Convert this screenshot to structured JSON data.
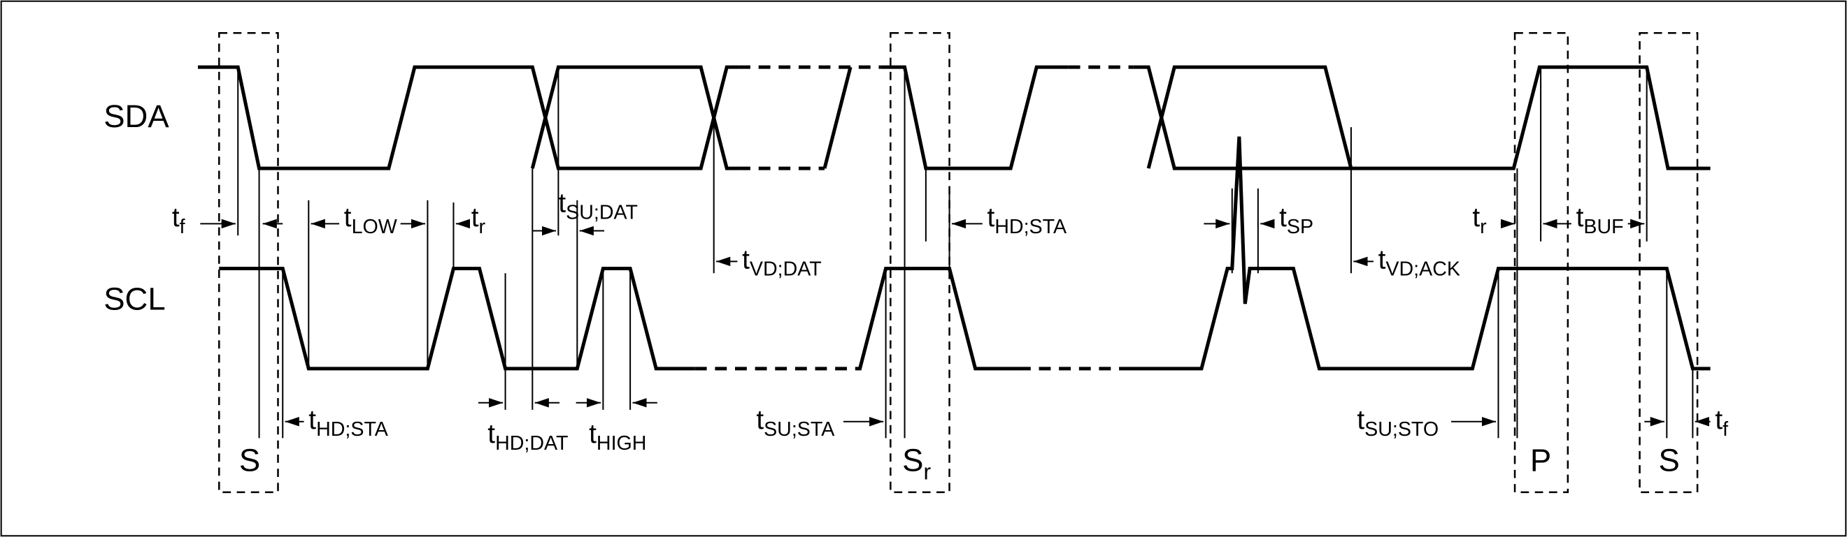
{
  "signals": {
    "sda": "SDA",
    "scl": "SCL"
  },
  "markers": {
    "start": {
      "base": "S",
      "sub": ""
    },
    "repeated_start": {
      "base": "S",
      "sub": "r"
    },
    "stop": {
      "base": "P",
      "sub": ""
    },
    "start2": {
      "base": "S",
      "sub": ""
    }
  },
  "labels": {
    "tf1": {
      "base": "t",
      "sub": "f"
    },
    "tlow": {
      "base": "t",
      "sub": "LOW"
    },
    "tr1": {
      "base": "t",
      "sub": "r"
    },
    "tsudat": {
      "base": "t",
      "sub": "SU;DAT"
    },
    "tvddat": {
      "base": "t",
      "sub": "VD;DAT"
    },
    "thdsta1": {
      "base": "t",
      "sub": "HD;STA"
    },
    "thddat": {
      "base": "t",
      "sub": "HD;DAT"
    },
    "thigh": {
      "base": "t",
      "sub": "HIGH"
    },
    "tsusta": {
      "base": "t",
      "sub": "SU;STA"
    },
    "thdsta2": {
      "base": "t",
      "sub": "HD;STA"
    },
    "tsp": {
      "base": "t",
      "sub": "SP"
    },
    "tvdack": {
      "base": "t",
      "sub": "VD;ACK"
    },
    "tsusto": {
      "base": "t",
      "sub": "SU;STO"
    },
    "tr2": {
      "base": "t",
      "sub": "r"
    },
    "tbuf": {
      "base": "t",
      "sub": "BUF"
    },
    "tf2": {
      "base": "t",
      "sub": "f"
    }
  },
  "colors": {
    "line": "#000000",
    "background": "#ffffff"
  }
}
